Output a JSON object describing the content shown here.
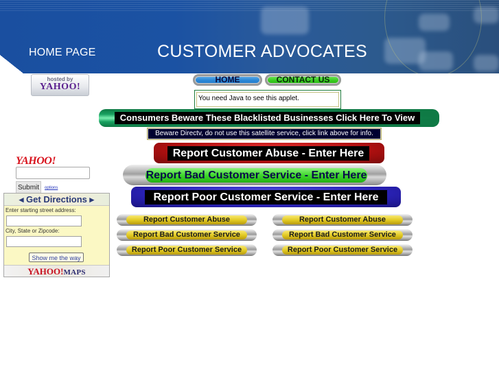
{
  "header": {
    "home_link": "HOME PAGE",
    "site_title": "CUSTOMER ADVOCATES",
    "colors": {
      "banner_blue": "#1a4fa0",
      "banner_dark": "#2a4f7c"
    }
  },
  "hosted_badge": {
    "line1": "hosted by",
    "logo": "YAHOO!"
  },
  "nav": {
    "home": "HOME",
    "contact": "CONTACT US"
  },
  "applet": {
    "message": "You need Java to see this applet."
  },
  "blacklist": {
    "label": "Consumers Beware These Blacklisted Businesses Click Here To View",
    "notice": "Beware Directv, do not use this satellite service, click link above for info."
  },
  "big_buttons": [
    {
      "label": "Report Customer Abuse - Enter Here",
      "color": "#b01010"
    },
    {
      "label": "Report Bad Customer Service - Enter Here",
      "color": "#3ed82c"
    },
    {
      "label": "Report Poor Customer Service - Enter Here",
      "color": "#2a22b8"
    }
  ],
  "small_buttons": {
    "left": [
      {
        "label": "Report Customer Abuse"
      },
      {
        "label": "Report Bad Customer Service"
      },
      {
        "label": "Report Poor Customer Service"
      }
    ],
    "right": [
      {
        "label": "Report Customer Abuse"
      },
      {
        "label": "Report Bad Customer Service"
      },
      {
        "label": "Report Poor Customer Service"
      }
    ]
  },
  "yahoo_search": {
    "logo": "YAHOO!",
    "input_value": "",
    "submit": "Submit",
    "options": "options"
  },
  "directions": {
    "title": "◂ Get Directions ▸",
    "street_label": "Enter starting street address:",
    "street_value": "",
    "city_label": "City, State or Zipcode:",
    "city_value": "",
    "button": "Show me the way",
    "footer_brand": "YAHOO!",
    "footer_product": "MAPS"
  }
}
